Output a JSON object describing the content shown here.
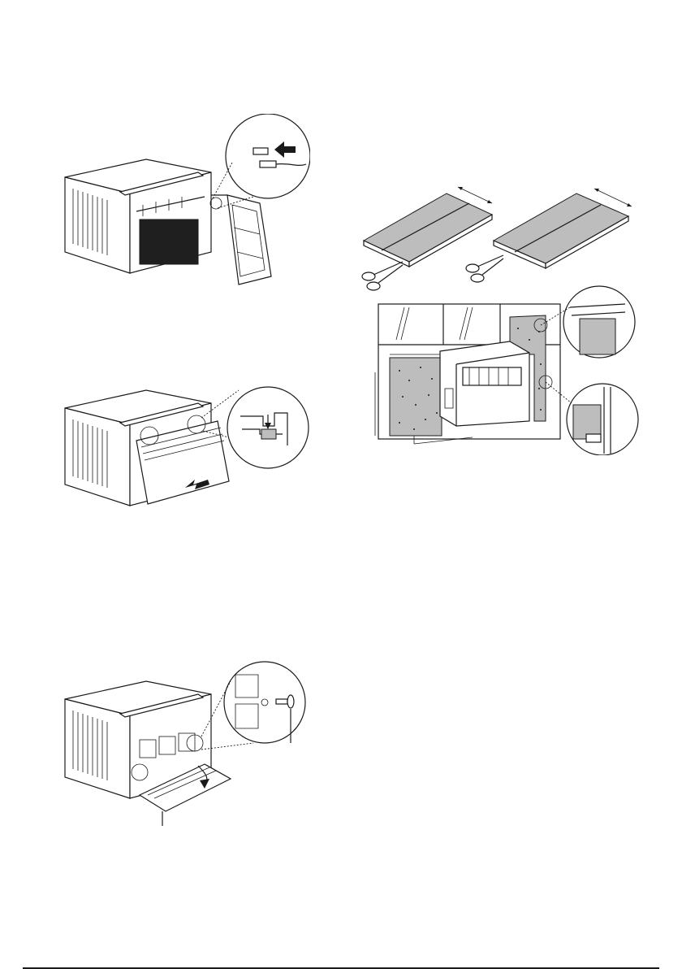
{
  "page": {
    "background": "#ffffff",
    "ink": "#1a1a1a",
    "panel_gray": "#bdbdbd"
  },
  "figures": [
    {
      "id": "connect-power-plug",
      "icons": [
        "ac-unit-icon",
        "front-panel-open-icon",
        "plug-connector-icon",
        "push-arrow-icon",
        "zoom-callout-icon"
      ]
    },
    {
      "id": "attach-front-grille",
      "icons": [
        "ac-unit-icon",
        "front-grille-icon",
        "push-arrow-icon",
        "hook-tab-detail-icon"
      ]
    },
    {
      "id": "secure-grille-screw",
      "icons": [
        "ac-unit-icon",
        "grille-open-icon",
        "screw-icon",
        "rotate-arrow-icon"
      ]
    },
    {
      "id": "cut-foam-panels",
      "icons": [
        "foam-panel-icon",
        "scissors-icon",
        "dimension-arrow-icon"
      ]
    },
    {
      "id": "install-in-window",
      "icons": [
        "window-frame-icon",
        "ac-unit-icon",
        "foam-insulation-icon",
        "corner-detail-icon"
      ]
    }
  ]
}
